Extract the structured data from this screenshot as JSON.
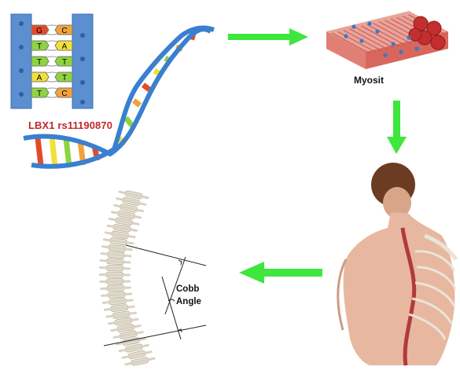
{
  "labels": {
    "gene": "LBX1 rs11190870",
    "muscle": "Myosit",
    "cobb_line1": "Cobb",
    "cobb_line2": "Angle"
  },
  "base_pairs": [
    {
      "left": "G",
      "right": "C"
    },
    {
      "left": "T",
      "right": "A"
    },
    {
      "left": "T",
      "right": "T"
    },
    {
      "left": "A",
      "right": "T"
    },
    {
      "left": "T",
      "right": "C"
    }
  ],
  "colors": {
    "arrow": "#3ee63e",
    "dna_backbone": "#3a7fd0",
    "label_red": "#c0282d",
    "muscle_fiber": "#d94a4a",
    "muscle_nucleus": "#3a78c8"
  }
}
